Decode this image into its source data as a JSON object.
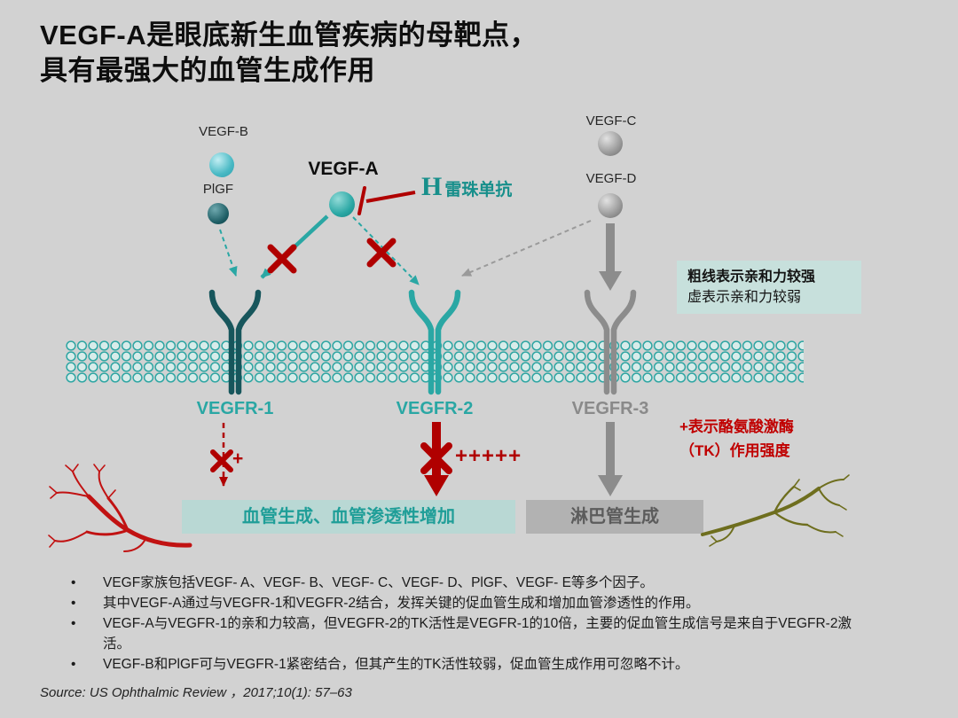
{
  "slide": {
    "title_line1": "VEGF-A是眼底新生血管疾病的母靶点，",
    "title_line2": "具有最强大的血管生成作用",
    "source": "Source: US Ophthalmic Review ，2017;10(1): 57–63"
  },
  "ligands": {
    "vegf_b": "VEGF-B",
    "plgf": "PlGF",
    "vegf_a": "VEGF-A",
    "vegf_c": "VEGF-C",
    "vegf_d": "VEGF-D"
  },
  "drug": {
    "logo": "H",
    "name": "雷珠单抗"
  },
  "legend": {
    "line1": "粗线表示亲和力较强",
    "line2": "虚表示亲和力较弱"
  },
  "receptors": {
    "vegfr1": "VEGFR-1",
    "vegfr2": "VEGFR-2",
    "vegfr3": "VEGFR-3"
  },
  "tk_note": {
    "line1": "+表示酪氨酸激酶",
    "line2": "（TK）作用强度"
  },
  "signals": {
    "vegfr1_plus": "+",
    "vegfr2_plus": "+++++"
  },
  "banners": {
    "angiogenesis": "血管生成、血管渗透性增加",
    "lymphangiogenesis": "淋巴管生成"
  },
  "bullets": [
    "VEGF家族包括VEGF- A、VEGF- B、VEGF- C、VEGF- D、PlGF、VEGF- E等多个因子。",
    "其中VEGF-A通过与VEGFR-1和VEGFR-2结合，发挥关键的促血管生成和增加血管渗透性的作用。",
    "VEGF-A与VEGFR-1的亲和力较高，但VEGFR-2的TK活性是VEGFR-1的10倍，主要的促血管生成信号是来自于VEGFR-2激活。",
    "VEGF-B和PlGF可与VEGFR-1紧密结合，但其产生的TK活性较弱，促血管生成作用可忽略不计。"
  ],
  "colors": {
    "background": "#d2d2d2",
    "teal": "#2aa7a4",
    "dark_teal": "#17565c",
    "red": "#b00000",
    "gray": "#8c8c8c",
    "banner_teal_bg": "#b9d8d4",
    "banner_gray_bg": "#b2b2b2"
  }
}
